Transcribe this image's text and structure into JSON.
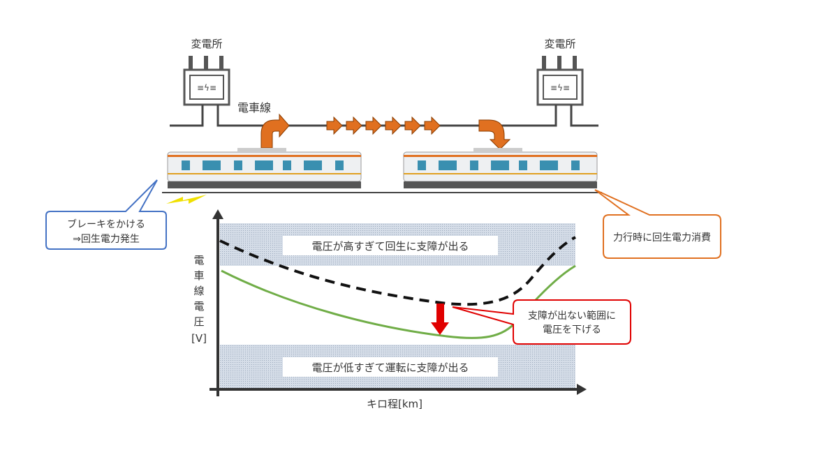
{
  "substations": {
    "left_label": "変電所",
    "right_label": "変電所"
  },
  "wire_label": "電車線",
  "callouts": {
    "brake": [
      "ブレーキをかける",
      "⇒回生電力発生"
    ],
    "powering": "力行時に回生電力消費",
    "lower": [
      "支障が出ない範囲に",
      "電圧を下げる"
    ]
  },
  "chart": {
    "ylabel_chars": [
      "電",
      "車",
      "線",
      "電",
      "圧",
      "[V]"
    ],
    "xlabel": "キロ程[km]",
    "upper_band": "電圧が高すぎて回生に支障が出る",
    "lower_band": "電圧が低すぎて運転に支障が出る"
  },
  "colors": {
    "orange": "#e07020",
    "green": "#70ad47",
    "red": "#e00000",
    "blue": "#4472c4",
    "band": "#c9d3e0"
  }
}
